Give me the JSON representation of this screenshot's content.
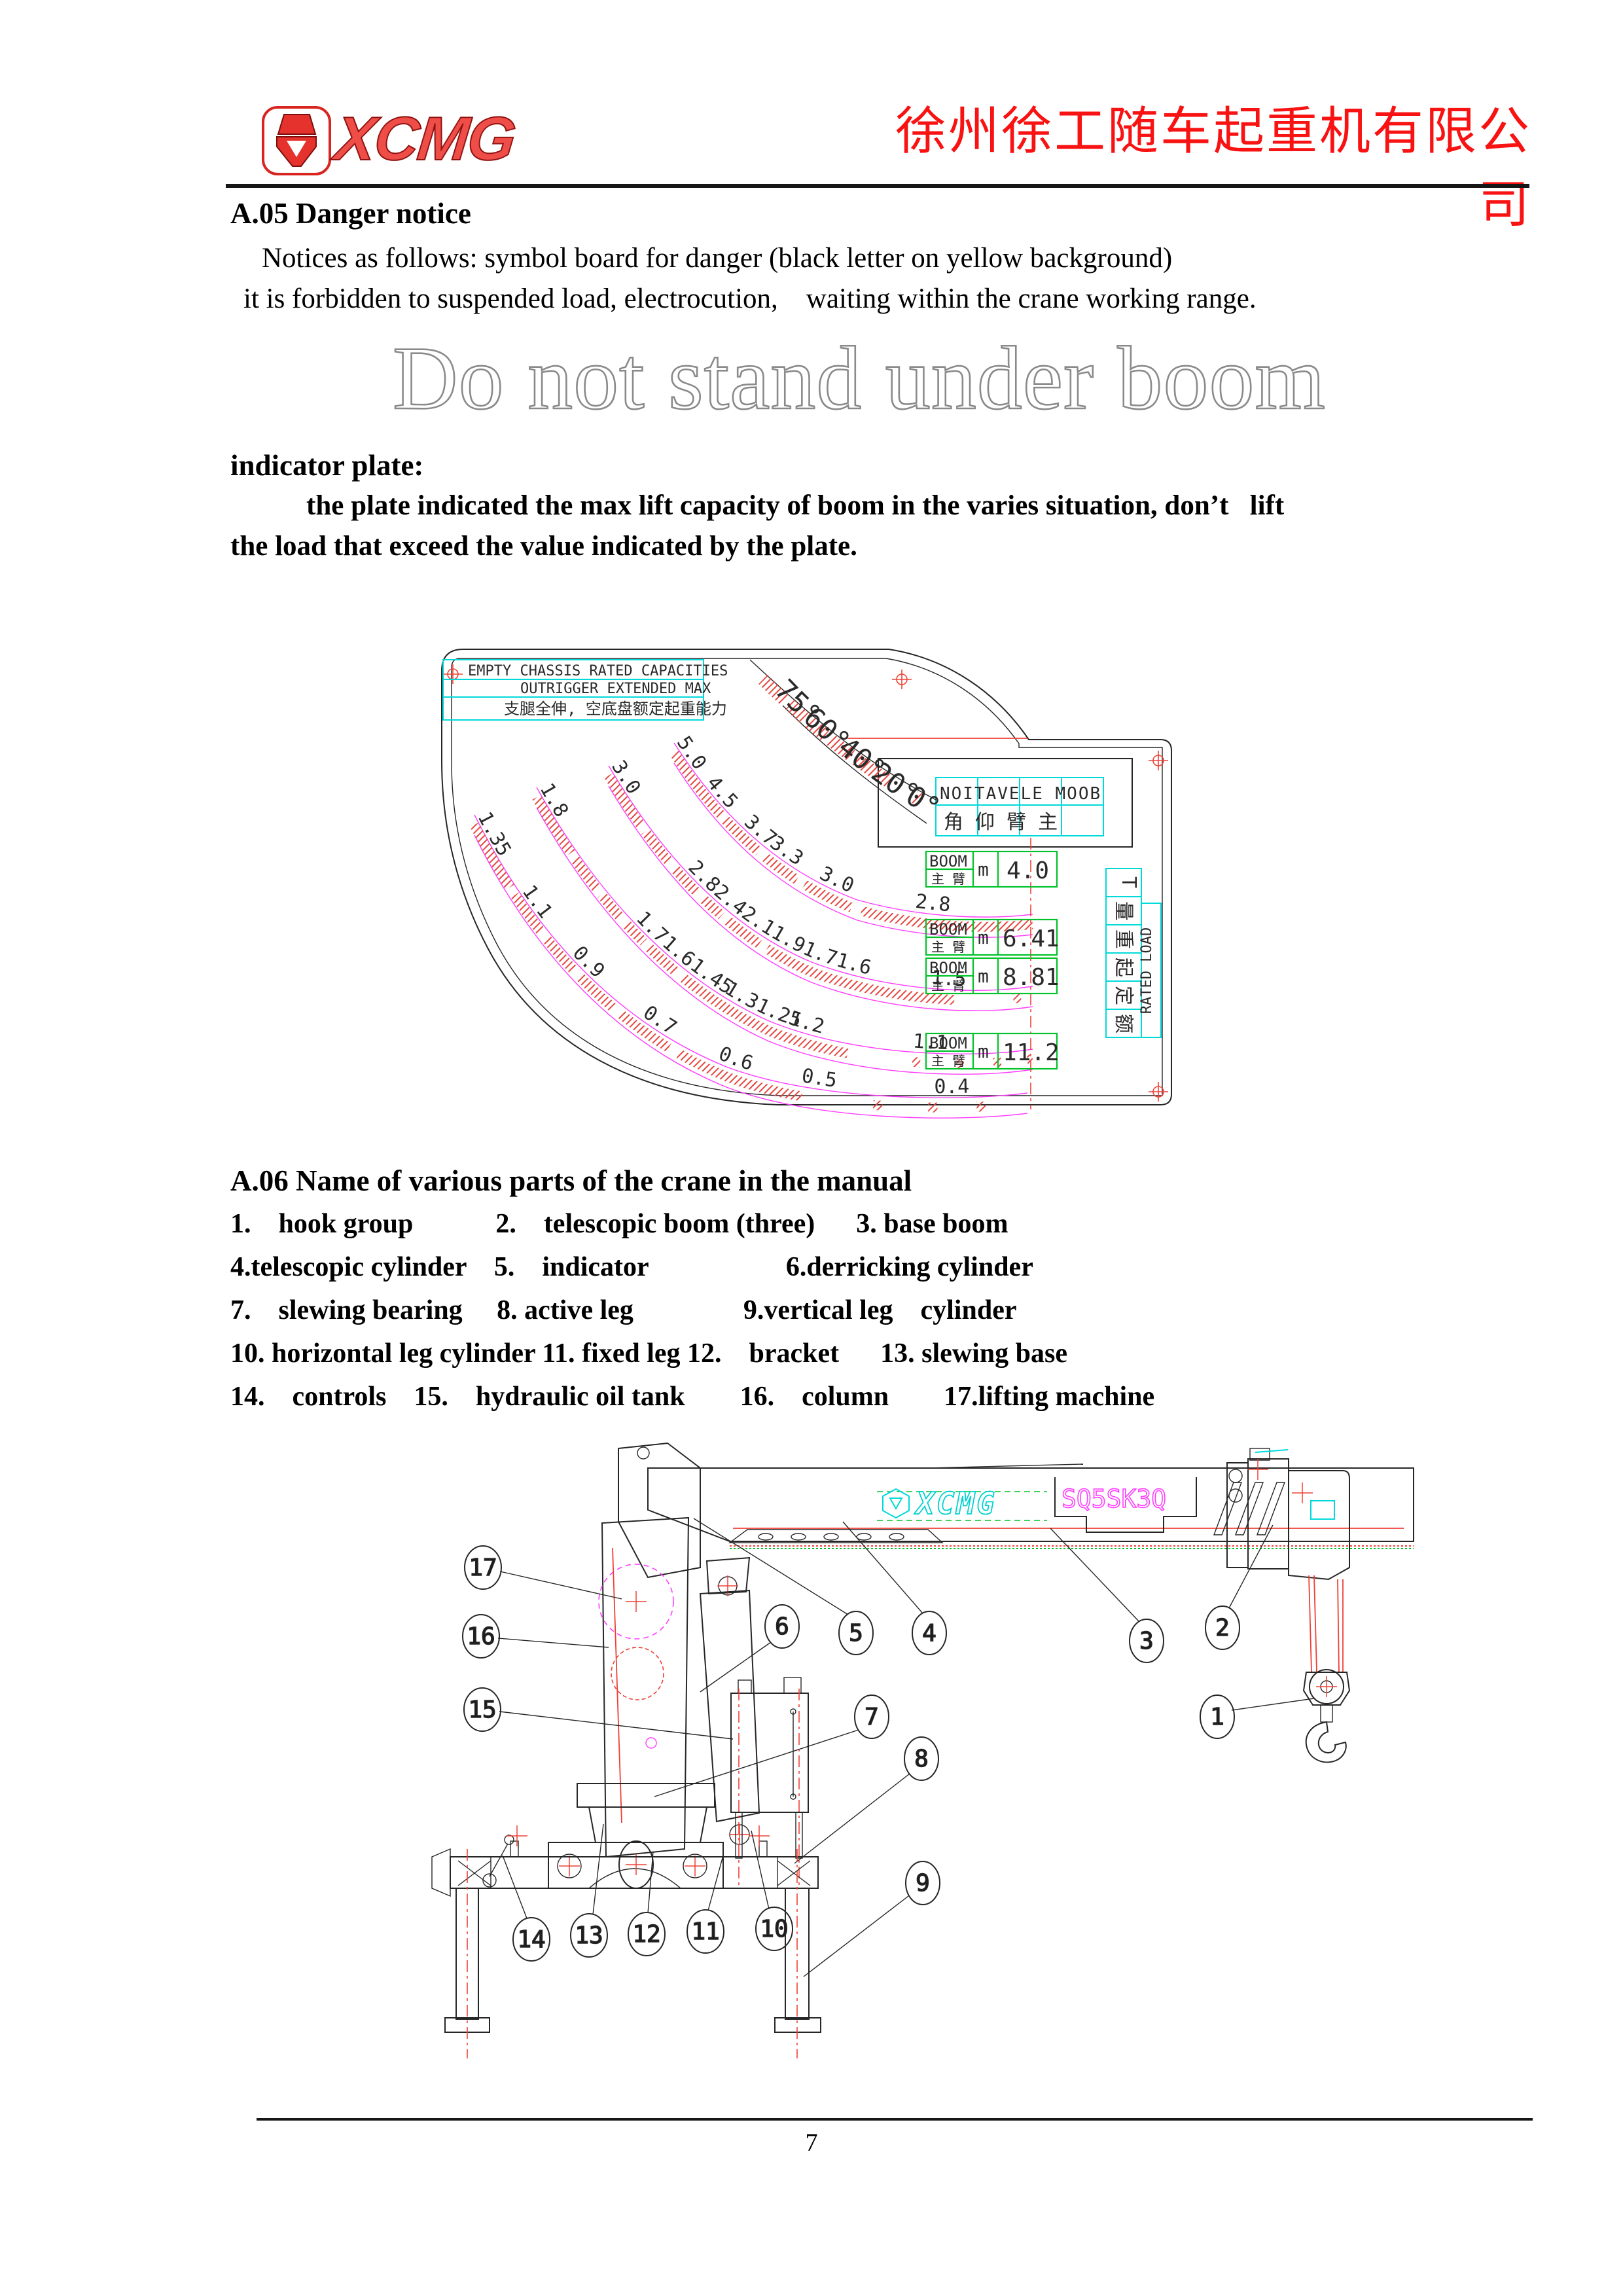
{
  "header": {
    "brand": "XCMG",
    "company": "徐州徐工随车起重机有限公司"
  },
  "a05": {
    "title": "A.05 Danger notice",
    "line1": "Notices as follows: symbol board for danger (black letter on yellow background)",
    "line2": "it is forbidden to suspended load, electrocution,    waiting within the crane working range.",
    "banner": "Do not stand under boom"
  },
  "indicator": {
    "heading": "indicator plate:",
    "line1": "the plate indicated the max lift capacity of boom in the varies situation, don’t   lift",
    "line2": "the load that exceed the value indicated by the plate."
  },
  "plate": {
    "title_en1": "EMPTY  CHASSIS RATED CAPACITIES",
    "title_en2": "OUTRIGGER EXTENDED MAX",
    "title_cn": "支腿全伸, 空底盘额定起重能力",
    "elev_en": "NOITAVELE   MOOB",
    "elev_cn": "角  仰  臂  主",
    "angles": [
      "75°",
      "60°",
      "40°",
      "20°",
      "0°"
    ],
    "boom_en": "BOOM",
    "boom_cn": "主 臂",
    "unit": "m",
    "rated_cn": "额定起重量T",
    "rated_en": "RATED LOAD",
    "booms": [
      {
        "length": "4.0",
        "loads": [
          "5.0",
          "4.5",
          "3.7",
          "3.3",
          "3.0",
          "2.8"
        ]
      },
      {
        "length": "6.41",
        "loads": [
          "3.0",
          "2.8",
          "2.4",
          "2.1",
          "1.9",
          "1.7",
          "1.6",
          "1.5"
        ]
      },
      {
        "length": "8.81",
        "loads": [
          "1.8",
          "1.7",
          "1.6",
          "1.45",
          "1.3",
          "1.25",
          "1.2",
          "1.1"
        ]
      },
      {
        "length": "11.2",
        "loads": [
          "1.35",
          "1.1",
          "0.9",
          "0.7",
          "0.6",
          "0.5",
          "0.4"
        ]
      }
    ]
  },
  "a06": {
    "title": "A.06 Name of various parts of the crane in the manual",
    "lines": [
      "1.    hook group            2.    telescopic boom (three)      3. base boom",
      "4.telescopic cylinder    5.    indicator                    6.derricking cylinder",
      "7.    slewing bearing     8. active leg                9.vertical leg    cylinder",
      "10. horizontal leg cylinder 11. fixed leg 12.    bracket      13. slewing base",
      "14.    controls    15.    hydraulic oil tank        16.    column        17.lifting machine"
    ]
  },
  "diagram": {
    "brand": "XCMG",
    "model": "SQ5SK3Q",
    "callouts": [
      "1",
      "2",
      "3",
      "4",
      "5",
      "6",
      "7",
      "8",
      "9",
      "10",
      "11",
      "12",
      "13",
      "14",
      "15",
      "16",
      "17"
    ]
  },
  "footer": {
    "page": "7"
  }
}
